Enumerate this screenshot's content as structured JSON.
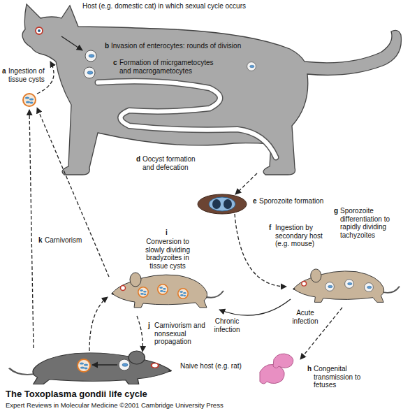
{
  "diagram": {
    "title": "The Toxoplasma gondii life cycle",
    "caption": "Expert Reviews in Molecular Medicine ©2001 Cambridge University Press",
    "labels": [
      "Host (e.g. domestic cat) in which sexual cycle occurs",
      "a",
      "Ingestion of tissue cysts",
      "b",
      "Invasion of enterocytes: rounds of division",
      "c",
      "Formation of micrgametocytes and macrogametocytes",
      "d",
      "Oocyst formation and defecation",
      "e",
      "Sporozoite formation",
      "k",
      "Carnivorism",
      "f",
      "Ingestion by secondary host (e.g. mouse)",
      "g",
      "Sporozoite differentiation to rapidly dividing tachyzoites",
      "i",
      "Conversion to slowly dividing bradyzoites in tissue cysts",
      "Acute infection",
      "Chronic infection",
      "h",
      "Congenital transmission to fetuses",
      "j",
      "Carnivorism and nonsexual propagation",
      "Naive host (e.g. rat)"
    ]
  }
}
